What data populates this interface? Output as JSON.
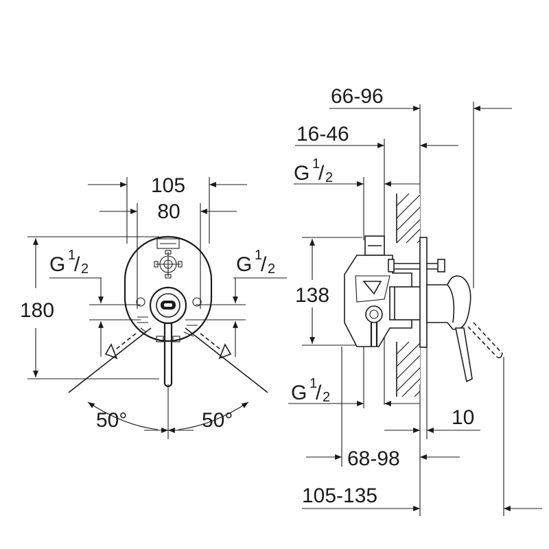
{
  "front_view": {
    "width_outer": "105",
    "width_inner": "80",
    "height": "180",
    "connection_left": {
      "base": "G",
      "sup": "1",
      "sub": "2"
    },
    "connection_right": {
      "base": "G",
      "sup": "1",
      "sub": "2"
    },
    "angle_left": "50°",
    "angle_right": "50°"
  },
  "side_view": {
    "depth_top": "66-96",
    "depth_mid": "16-46",
    "height": "138",
    "connection_top": {
      "base": "G",
      "sup": "1",
      "sub": "2"
    },
    "connection_bottom": {
      "base": "G",
      "sup": "1",
      "sub": "2"
    },
    "plate": "10",
    "depth_lower": "68-98",
    "depth_total": "105-135"
  }
}
